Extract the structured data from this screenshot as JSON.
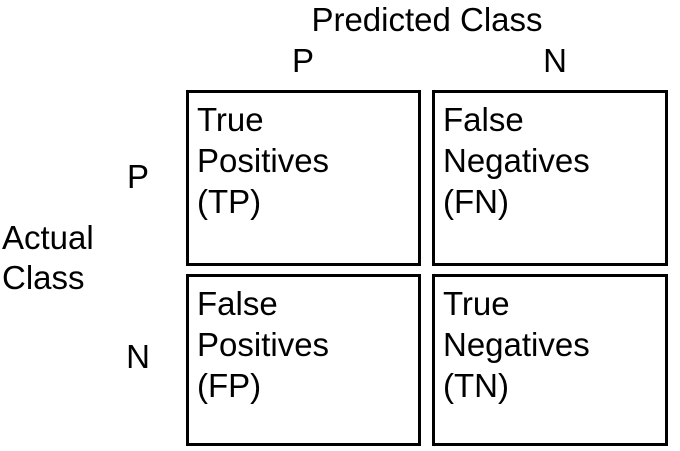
{
  "diagram": {
    "type": "confusion-matrix",
    "column_axis_title": "Predicted Class",
    "row_axis_title_lines": [
      "Actual",
      "Class"
    ],
    "column_headers": [
      "P",
      "N"
    ],
    "row_headers": [
      "P",
      "N"
    ],
    "colors": {
      "background": "#ffffff",
      "border": "#000000",
      "text": "#000000"
    },
    "cells": [
      {
        "id": "tp",
        "row": "P",
        "column": "P",
        "lines": [
          "True",
          "Positives",
          "(TP)"
        ],
        "abbreviation": "TP"
      },
      {
        "id": "fn",
        "row": "P",
        "column": "N",
        "lines": [
          "False",
          "Negatives",
          "(FN)"
        ],
        "abbreviation": "FN"
      },
      {
        "id": "fp",
        "row": "N",
        "column": "P",
        "lines": [
          "False",
          "Positives",
          "(FP)"
        ],
        "abbreviation": "FP"
      },
      {
        "id": "tn",
        "row": "N",
        "column": "N",
        "lines": [
          "True",
          "Negatives",
          "(TN)"
        ],
        "abbreviation": "TN"
      }
    ]
  }
}
